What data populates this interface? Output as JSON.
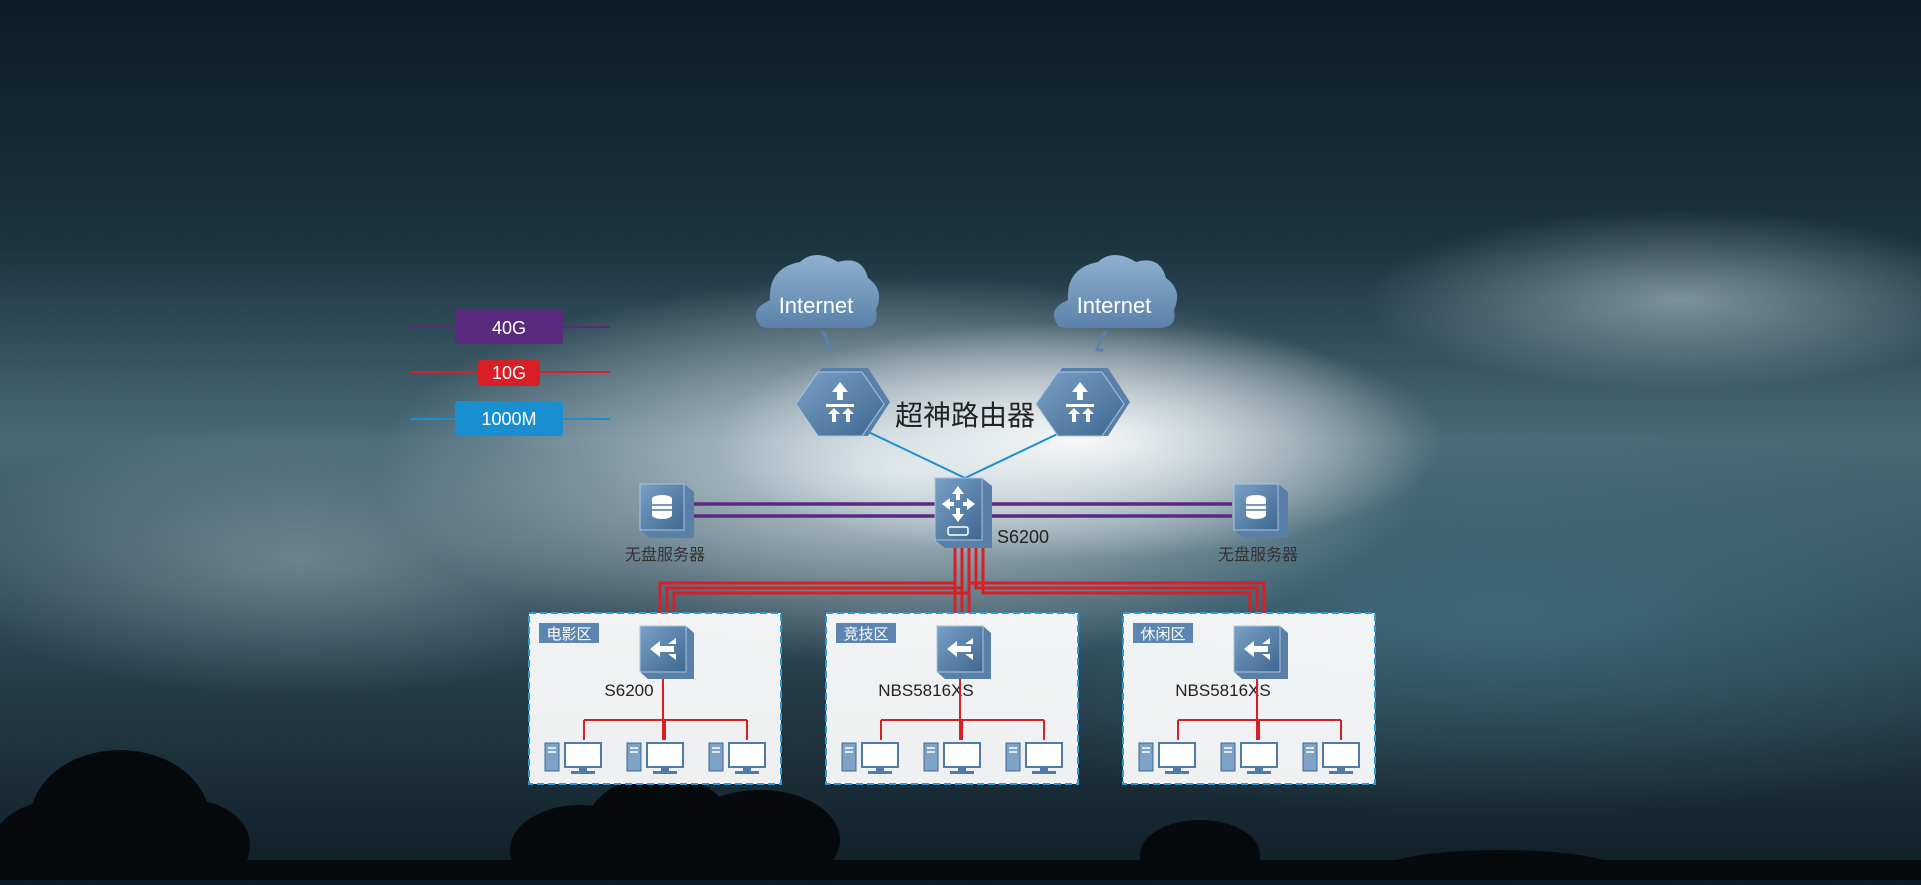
{
  "legend": {
    "items": [
      {
        "label": "40G",
        "color": "#5a2a7e"
      },
      {
        "label": "10G",
        "color": "#d81f26"
      },
      {
        "label": "1000M",
        "color": "#1a8fd0"
      }
    ]
  },
  "internet": {
    "left_label": "Internet",
    "right_label": "Internet"
  },
  "router": {
    "label": "超神路由器"
  },
  "core_switch": {
    "label": "S6200"
  },
  "servers": {
    "left_label": "无盘服务器",
    "right_label": "无盘服务器"
  },
  "zones": [
    {
      "name": "电影区",
      "switch_label": "S6200"
    },
    {
      "name": "竞技区",
      "switch_label": "NBS5816XS"
    },
    {
      "name": "休闲区",
      "switch_label": "NBS5816XS"
    }
  ],
  "colors": {
    "line_40g": "#5a2a7e",
    "line_10g": "#d81f26",
    "line_1000m": "#1a8fd0",
    "device_blue": "#4f7ba6",
    "zone_border": "#2a9ad8",
    "zone_tag": "#5c86b0"
  }
}
